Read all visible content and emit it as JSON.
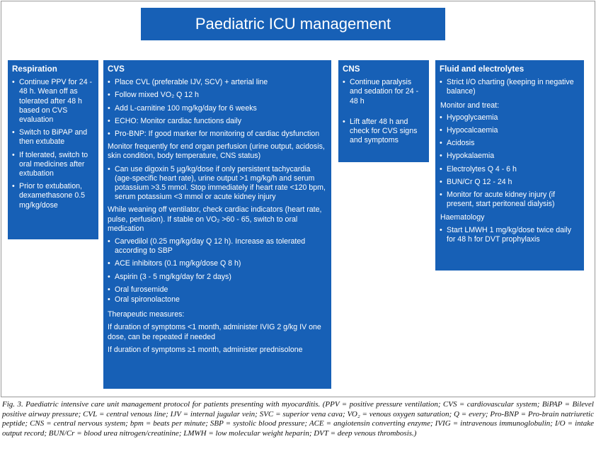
{
  "title": "Paediatric ICU management",
  "respiration": {
    "heading": "Respiration",
    "items": [
      "Continue PPV for 24 - 48 h. Wean off as tolerated after 48 h based on CVS evaluation",
      "Switch to BiPAP and then extubate",
      "If tolerated, switch to oral medicines after extubation",
      "Prior to extubation, dexamethasone 0.5 mg/kg/dose"
    ]
  },
  "cvs": {
    "heading": "CVS",
    "items": [
      "Place CVL (preferable IJV, SCV) + arterial line",
      "Follow mixed VO₂ Q 12 h",
      "Add L-carnitine 100 mg/kg/day for 6 weeks",
      "ECHO: Monitor cardiac functions daily",
      "Pro-BNP: If good marker for monitoring of cardiac dysfunction"
    ],
    "monitor_text": "Monitor frequently for end organ perfusion (urine output, acidosis, skin condition, body temperature, CNS status)",
    "digoxin": "Can use digoxin 5 µg/kg/dose if only persistent tachycardia (age-specific heart rate), urine output >1 mg/kg/h and serum potassium >3.5 mmol. Stop immediately if heart rate <120 bpm, serum potassium <3 mmol or acute kidney injury",
    "weaning_text": "While weaning off ventilator, check cardiac indicators (heart rate, pulse, perfusion). If stable on VO₂ >60 - 65, switch to oral medication",
    "oral_meds": [
      "Carvedilol (0.25 mg/kg/day Q 12 h). Increase as tolerated according to SBP",
      "ACE inhibitors (0.1 mg/kg/dose Q 8 h)",
      "Aspirin (3 - 5 mg/kg/day for 2 days)",
      "Oral furosemide",
      "Oral spironolactone"
    ],
    "therapeutic_heading": "Therapeutic measures:",
    "therapeutic_1": "If duration of symptoms <1 month, administer IVIG 2 g/kg IV one dose, can be repeated if needed",
    "therapeutic_2": "If duration of symptoms ≥1 month, administer prednisolone"
  },
  "cns": {
    "heading": "CNS",
    "items": [
      "Continue paralysis and sedation for 24 - 48 h",
      "Lift after 48 h and check for CVS signs and symptoms"
    ]
  },
  "fluid": {
    "heading": "Fluid and electrolytes",
    "charting": "Strict I/O charting (keeping in negative balance)",
    "monitor_heading": "Monitor and treat:",
    "monitor_items": [
      "Hypoglycaemia",
      "Hypocalcaemia",
      "Acidosis",
      "Hypokalaemia",
      "Electrolytes Q 4 - 6 h",
      "BUN/Cr Q 12 - 24 h",
      "Monitor for acute kidney injury (if present, start peritoneal dialysis)"
    ],
    "haem_heading": "Haematology",
    "haem_item": "Start LMWH 1 mg/kg/dose twice daily for 48 h for DVT prophylaxis"
  },
  "caption": "Fig. 3. Paediatric intensive care unit management protocol for patients presenting with myocarditis. (PPV = positive pressure ventilation; CVS = cardiovascular system; BiPAP = Bilevel positive airway pressure; CVL = central venous line; IJV = internal jugular vein; SVC = superior vena cava; VO₂ = venous oxygen saturation; Q = every; Pro-BNP = Pro-brain natriuretic peptide; CNS = central nervous system; bpm = beats per minute; SBP = systolic blood pressure; ACE = angiotensin converting enzyme; IVIG = intravenous immunoglobulin; I/O = intake output record; BUN/Cr = blood urea nitrogen/creatinine; LMWH = low molecular weight heparin; DVT = deep venous thrombosis.)"
}
